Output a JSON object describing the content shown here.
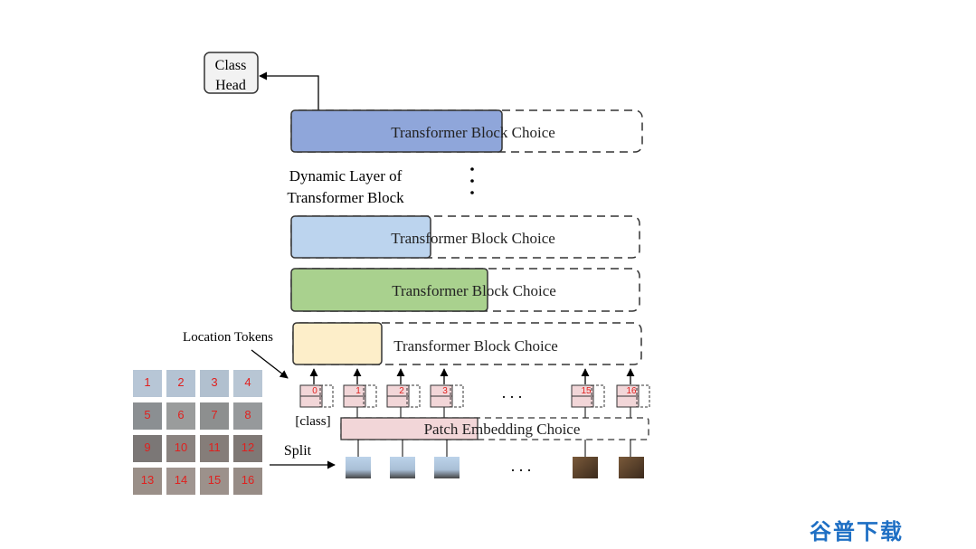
{
  "class_head": {
    "line1": "Class",
    "line2": "Head"
  },
  "labels": {
    "dynamic_layer_line1": "Dynamic Layer of",
    "dynamic_layer_line2": "Transformer Block",
    "location_tokens": "Location Tokens",
    "class_token": "[class]",
    "split": "Split",
    "ellipsis_tokens": ". . .",
    "ellipsis_patches": ". . ."
  },
  "blocks": [
    {
      "label": "Transformer Block Choice",
      "color": "#8fa6da"
    },
    {
      "label": "Transformer Block Choice",
      "color": "#bcd4ee"
    },
    {
      "label": "Transformer Block Choice",
      "color": "#a9d18e"
    },
    {
      "label": "Transformer Block Choice",
      "color": "#fdeec9"
    }
  ],
  "patch_embedding": {
    "label": "Patch Embedding Choice",
    "color": "#f2d6d8"
  },
  "tokens": [
    "0",
    "1",
    "2",
    "3",
    "15",
    "16"
  ],
  "grid_numbers": [
    "1",
    "2",
    "3",
    "4",
    "5",
    "6",
    "7",
    "8",
    "9",
    "10",
    "11",
    "12",
    "13",
    "14",
    "15",
    "16"
  ],
  "watermark": "谷普下载",
  "colors": {
    "token_fill": "#f2d6d8",
    "number_red": "#e0201e",
    "watermark_blue": "#1e6fc4"
  }
}
